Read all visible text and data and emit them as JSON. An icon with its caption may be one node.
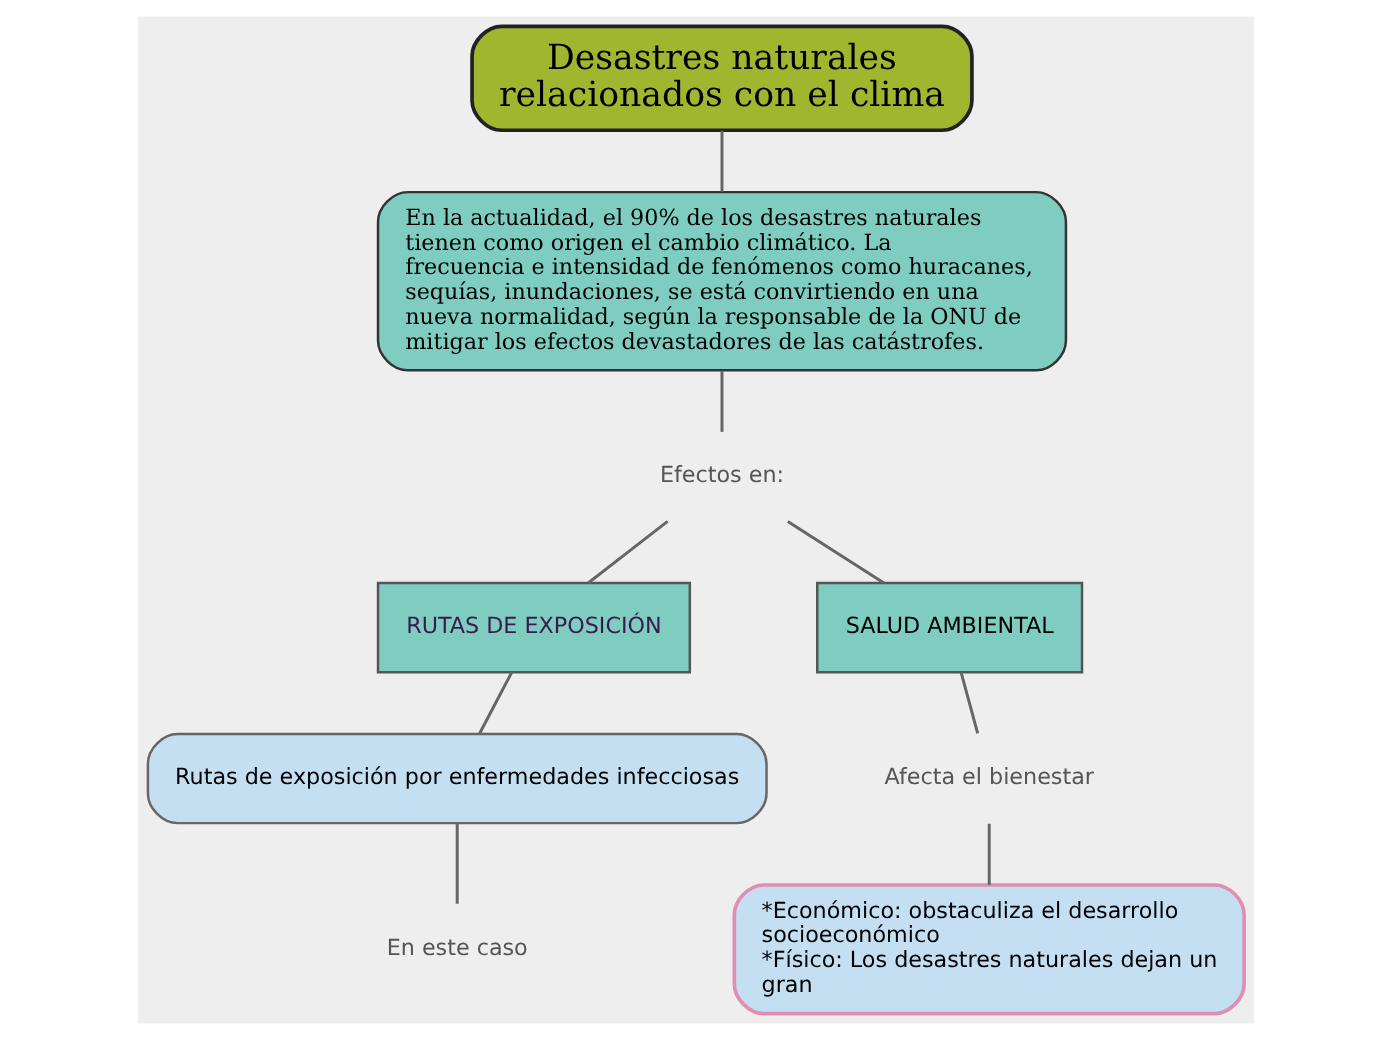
{
  "diagram": {
    "nodes": [
      {
        "text": [
          "Desastres naturales relacionados con el clima"
        ]
      },
      {
        "text": [
          "En la actualidad, el 90% de los desastres naturales tienen como origen el cambio climático. La frecuencia e intensidad de fenómenos como huracanes, sequías, inundaciones, se está convirtiendo en una nueva normalidad, según la responsable de la ONU de mitigar los efectos devastadores de las catástrofes."
        ]
      },
      {
        "text": [
          "Efectos en:"
        ]
      },
      {
        "text": [
          "RUTAS DE EXPOSICIÓN"
        ]
      },
      {
        "text": [
          "Rutas de exposición por enfermedades infecciosas"
        ]
      },
      {
        "text": [
          "En este caso"
        ]
      },
      {
        "text": [
          "SALUD AMBIENTAL"
        ]
      },
      {
        "text": [
          "Afecta el bienestar"
        ]
      },
      {
        "text": [
          "*Económico: obstaculiza el desarrollo socioeconómico",
          "*Físico: Los desastres naturales dejan un gran"
        ]
      }
    ],
    "edges": [
      {
        "from": 0,
        "to": 1,
        "arrow": "none"
      },
      {
        "from": 1,
        "to": 2,
        "arrow": "none"
      },
      {
        "from": 2,
        "to": 3,
        "arrow": "none"
      },
      {
        "from": 2,
        "to": 6,
        "arrow": "none"
      },
      {
        "from": 3,
        "to": 4,
        "arrow": "none"
      },
      {
        "from": 4,
        "to": 5,
        "arrow": "none"
      },
      {
        "from": 6,
        "to": 7,
        "arrow": "none"
      },
      {
        "from": 7,
        "to": 8,
        "arrow": "none"
      }
    ]
  }
}
